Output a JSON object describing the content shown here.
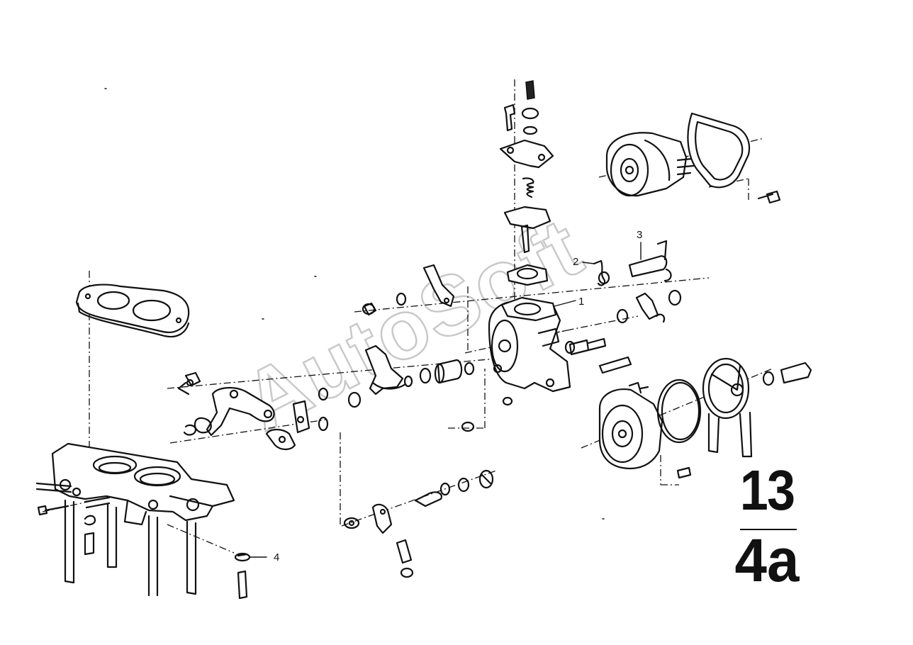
{
  "diagram": {
    "callouts": {
      "c1": "1",
      "c2": "2",
      "c3": "3",
      "c4": "4"
    },
    "watermark": "AutoSoft",
    "page_reference": {
      "group": "13",
      "sheet": "4a"
    }
  }
}
